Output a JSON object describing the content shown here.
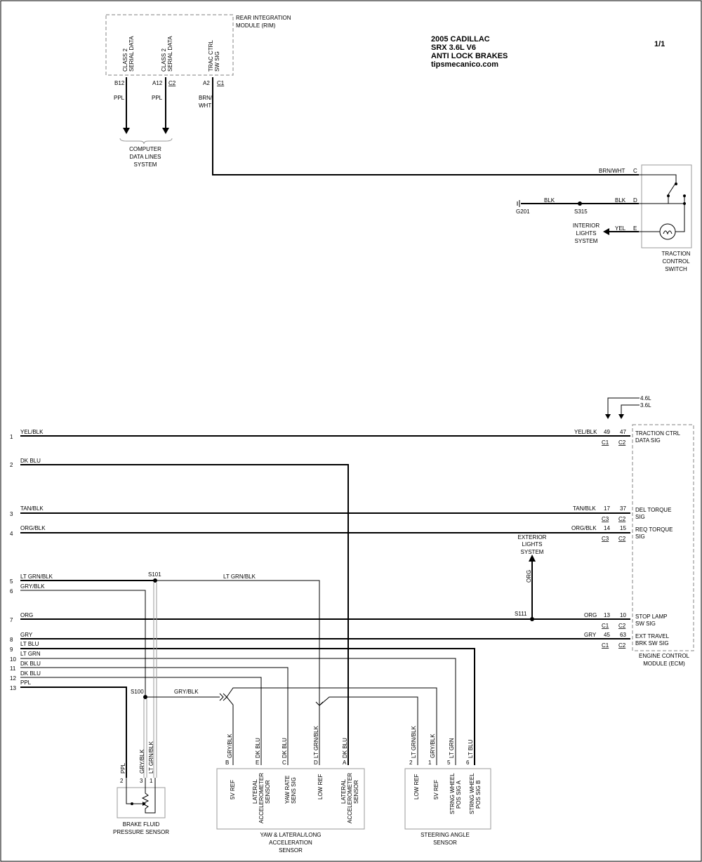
{
  "header": {
    "line1": "2005 CADILLAC",
    "line2": "SRX  3.6L V6",
    "line3": "ANTI LOCK BRAKES",
    "line4": "tipsmecanico.com",
    "page": "1/1"
  },
  "rim": {
    "name_l1": "REAR INTEGRATION",
    "name_l2": "MODULE (RIM)",
    "sig1_l1": "CLASS 2",
    "sig1_l2": "SERIAL DATA",
    "sig2_l1": "CLASS 2",
    "sig2_l2": "SERIAL DATA",
    "sig3_l1": "TRAC CTRL",
    "sig3_l2": "SW SIG",
    "pin_b12": "B12",
    "pin_a12": "A12",
    "conn_c2": "C2",
    "pin_a2": "A2",
    "conn_c1": "C1",
    "wire_ppl1": "PPL",
    "wire_ppl2": "PPL",
    "wire_brn_l1": "BRN/",
    "wire_brn_l2": "WHT",
    "cdl_l1": "COMPUTER",
    "cdl_l2": "DATA LINES",
    "cdl_l3": "SYSTEM"
  },
  "switch": {
    "name_l1": "TRACTION",
    "name_l2": "CONTROL",
    "name_l3": "SWITCH",
    "wire_c": "BRN/WHT",
    "pin_c": "C",
    "wire_d": "BLK",
    "pin_d": "D",
    "wire_e": "YEL",
    "pin_e": "E",
    "wire_gnd": "BLK",
    "g201": "G201",
    "s315": "S315",
    "il_l1": "INTERIOR",
    "il_l2": "LIGHTS",
    "il_l3": "SYSTEM"
  },
  "ecm": {
    "name_l1": "ENGINE CONTROL",
    "name_l2": "MODULE (ECM)",
    "eng1": "4.6L",
    "eng2": "3.6L",
    "tc_l1": "TRACTION CTRL",
    "tc_l2": "DATA SIG",
    "dt_l1": "DEL TORQUE",
    "dt_l2": "SIG",
    "rt_l1": "REQ TORQUE",
    "rt_l2": "SIG",
    "sl_l1": "STOP LAMP",
    "sl_l2": "SW SIG",
    "et_l1": "EXT TRAVEL",
    "et_l2": "BRK SW SIG",
    "p1a": "49",
    "p1b": "47",
    "c1a": "C1",
    "c1b": "C2",
    "w1": "YEL/BLK",
    "p3a": "17",
    "p3b": "37",
    "c3a": "C3",
    "c3b": "C2",
    "w3": "TAN/BLK",
    "p4a": "14",
    "p4b": "15",
    "c4a": "C3",
    "c4b": "C2",
    "w4": "ORG/BLK",
    "p7a": "13",
    "p7b": "10",
    "c7a": "C1",
    "c7b": "C2",
    "w7": "ORG",
    "p8a": "45",
    "p8b": "63",
    "c8a": "C1",
    "c8b": "C2",
    "w8": "GRY"
  },
  "lines": {
    "n1": "1",
    "n2": "2",
    "n3": "3",
    "n4": "4",
    "n5": "5",
    "n6": "6",
    "n7": "7",
    "n8": "8",
    "n9": "9",
    "n10": "10",
    "n11": "11",
    "n12": "12",
    "n13": "13",
    "l1": "YEL/BLK",
    "l2": "DK BLU",
    "l3": "TAN/BLK",
    "l4": "ORG/BLK",
    "l5": "LT GRN/BLK",
    "l6": "GRY/BLK",
    "l7": "ORG",
    "l8": "GRY",
    "l9": "LT BLU",
    "l10": "LT GRN",
    "l11": "DK BLU",
    "l12": "DK BLU",
    "l13": "PPL"
  },
  "splices": {
    "s101": "S101",
    "s101_wire": "LT GRN/BLK",
    "s100": "S100",
    "s100_wire": "GRY/BLK",
    "s111": "S111",
    "s111_wire": "ORG",
    "ext_l1": "EXTERIOR",
    "ext_l2": "LIGHTS",
    "ext_l3": "SYSTEM"
  },
  "bfps": {
    "name_l1": "BRAKE FLUID",
    "name_l2": "PRESSURE SENSOR",
    "pin2": "2",
    "pin3": "3",
    "pin1": "1",
    "w2": "PPL",
    "w3": "GRY/BLK",
    "w1": "LT GRN/BLK"
  },
  "yaw": {
    "name_l1": "YAW & LATERAL/LONG",
    "name_l2": "ACCELERATION",
    "name_l3": "SENSOR",
    "pb": "B",
    "pe": "E",
    "pc": "C",
    "pd": "D",
    "pa": "A",
    "wb": "GRY/BLK",
    "we": "DK BLU",
    "wc": "DK BLU",
    "wd": "LT GRN/BLK",
    "wa": "DK BLU",
    "f1": "5V REF",
    "f2_l1": "LATERAL",
    "f2_l2": "ACCELEROMETER",
    "f2_l3": "SENSOR",
    "f3_l1": "YAW RATE",
    "f3_l2": "SENS SIG",
    "f4": "LOW REF",
    "f5_l1": "LATERAL",
    "f5_l2": "ACCELEROMETER",
    "f5_l3": "SENSOR"
  },
  "steer": {
    "name_l1": "STEERING ANGLE",
    "name_l2": "SENSOR",
    "p2": "2",
    "p1": "1",
    "p5": "5",
    "p6": "6",
    "w2": "LT GRN/BLK",
    "w1": "GRY/BLK",
    "w5": "LT GRN",
    "w6": "LT BLU",
    "f1": "LOW REF",
    "f2": "5V REF",
    "f3_l1": "STRNG WHEEL",
    "f3_l2": "POS SIG A",
    "f4_l1": "STRNG WHEEL",
    "f4_l2": "POS SIG B"
  }
}
